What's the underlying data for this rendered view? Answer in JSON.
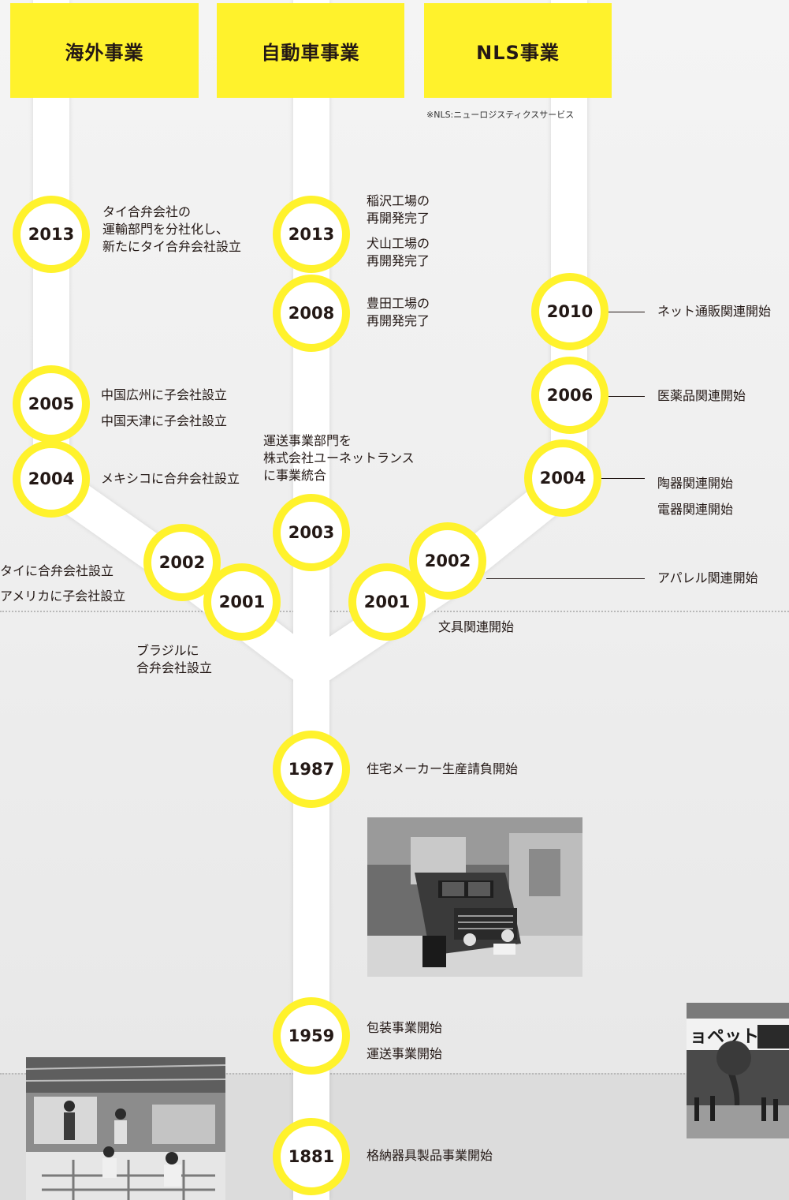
{
  "headers": {
    "overseas": "海外事業",
    "auto": "自動車事業",
    "nls": "NLS事業"
  },
  "nls_note": "※NLS:ニューロジスティクスサービス",
  "overseas": {
    "y2013": {
      "year": "2013",
      "text": [
        "タイ合弁会社の",
        "運輸部門を分社化し、",
        "新たにタイ合弁会社設立"
      ]
    },
    "y2005": {
      "year": "2005",
      "text": [
        "中国広州に子会社設立",
        "中国天津に子会社設立"
      ]
    },
    "y2004": {
      "year": "2004",
      "text": "メキシコに合弁会社設立"
    },
    "y2002": {
      "year": "2002",
      "text": "タイに合弁会社設立"
    },
    "y2001": {
      "year": "2001",
      "text": "アメリカに子会社設立"
    },
    "brazil": [
      "ブラジルに",
      "合弁会社設立"
    ]
  },
  "auto": {
    "y2013": {
      "year": "2013",
      "text": [
        "稲沢工場の",
        "再開発完了",
        "犬山工場の",
        "再開発完了"
      ]
    },
    "y2008": {
      "year": "2008",
      "text": [
        "豊田工場の",
        "再開発完了"
      ]
    },
    "y2003": {
      "year": "2003",
      "text": [
        "運送事業部門を",
        "株式会社ユーネットランス",
        "に事業統合"
      ]
    }
  },
  "nls": {
    "y2010": {
      "year": "2010",
      "text": "ネット通販関連開始"
    },
    "y2006": {
      "year": "2006",
      "text": "医薬品関連開始"
    },
    "y2004": {
      "year": "2004",
      "text": [
        "陶器関連開始",
        "電器関連開始"
      ]
    },
    "y2002": {
      "year": "2002",
      "text": "アパレル関連開始"
    },
    "y2001": {
      "year": "2001",
      "text": "文具関連開始"
    }
  },
  "trunk": {
    "y1987": {
      "year": "1987",
      "text": "住宅メーカー生産請負開始"
    },
    "y1959": {
      "year": "1959",
      "text": [
        "包装事業開始",
        "運送事業開始"
      ]
    },
    "y1881": {
      "year": "1881",
      "text": "格納器具製品事業開始"
    }
  },
  "photos": {
    "truck": "truck-photo",
    "factory": "factory-photo",
    "store": "store-photo",
    "store_sign": "ョペット"
  },
  "colors": {
    "accent": "#fff22c",
    "tree": "#ffffff",
    "text": "#231815"
  }
}
